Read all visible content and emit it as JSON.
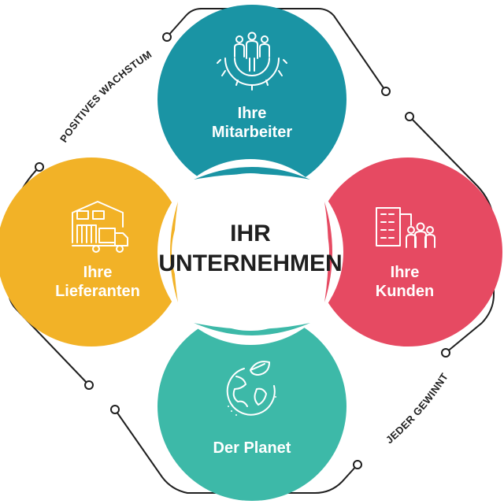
{
  "center": {
    "line1": "IHR",
    "line2": "UNTERNEHMEN"
  },
  "nodes": {
    "top": {
      "line1": "Ihre",
      "line2": "Mitarbeiter",
      "color": "#1A94A4",
      "icon": "employees-gear-icon"
    },
    "left": {
      "line1": "Ihre",
      "line2": "Lieferanten",
      "color": "#F2B227",
      "icon": "warehouse-truck-icon"
    },
    "right": {
      "line1": "Ihre",
      "line2": "Kunden",
      "color": "#E64A62",
      "icon": "building-people-icon"
    },
    "bottom": {
      "line1": "Der Planet",
      "color": "#3DB9A8",
      "icon": "globe-leaf-icon"
    }
  },
  "ring_labels": {
    "upper_left": "POSITIVES WACHSTUM",
    "lower_right": "JEDER GEWINNT"
  }
}
